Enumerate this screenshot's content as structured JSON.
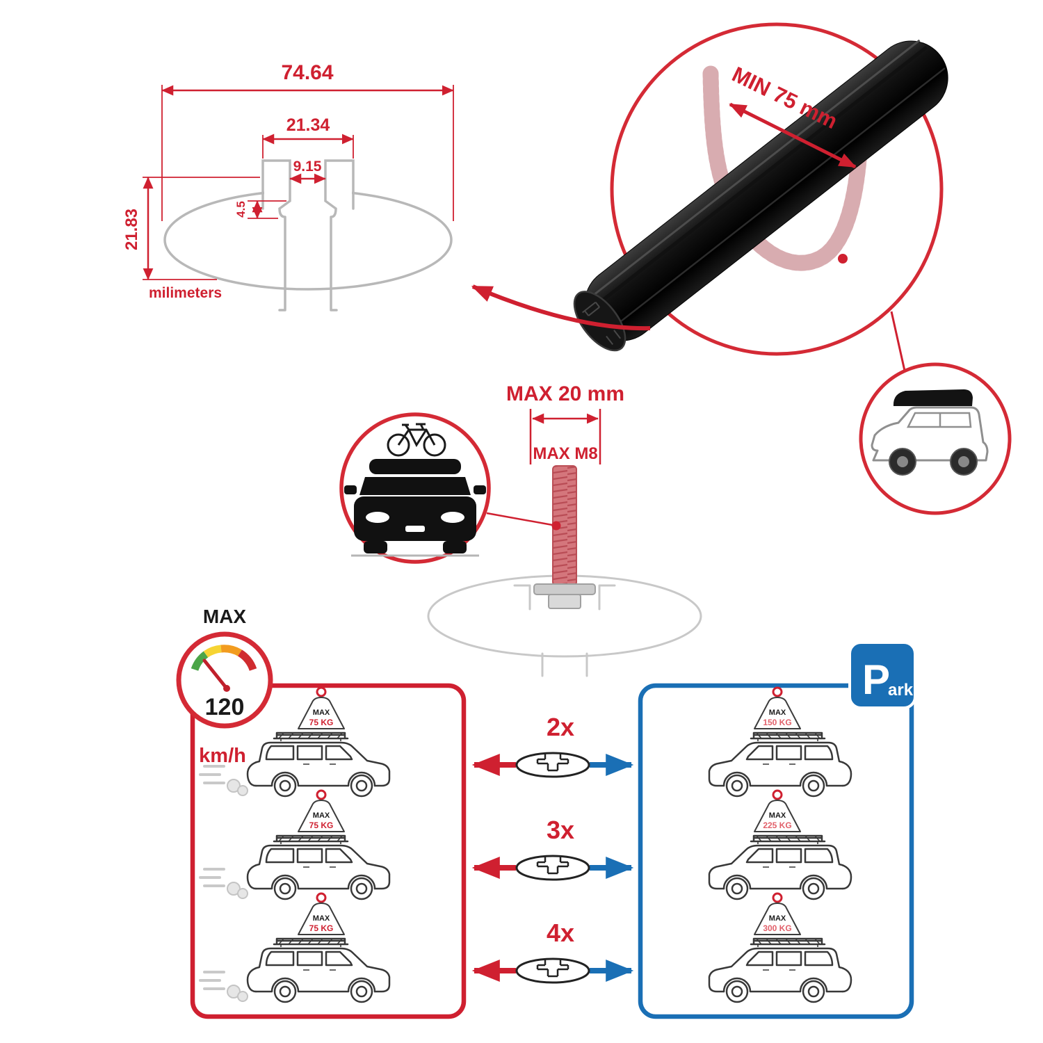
{
  "colors": {
    "red": "#cf2030",
    "blue": "#1a6fb5"
  },
  "tech_drawing": {
    "dim_total_width": "74.64",
    "dim_channel_width": "21.34",
    "dim_slot_width": "9.15",
    "dim_lip_height": "4.5",
    "dim_profile_height": "21.83",
    "unit_note": "milimeters"
  },
  "bar_detail": {
    "min_clamp_label": "MIN 75 mm"
  },
  "bolt_detail": {
    "max_length_label": "MAX 20 mm",
    "max_thread_label": "MAX M8"
  },
  "speedometer": {
    "title": "MAX",
    "value": "120",
    "unit": "km/h"
  },
  "parking_sign": {
    "letter": "P",
    "suffix": "ark"
  },
  "spacers": [
    {
      "count": "2x"
    },
    {
      "count": "3x"
    },
    {
      "count": "4x"
    }
  ],
  "drive_panel": {
    "cars": [
      {
        "badge_title": "MAX",
        "badge_weight": "75 KG"
      },
      {
        "badge_title": "MAX",
        "badge_weight": "75 KG"
      },
      {
        "badge_title": "MAX",
        "badge_weight": "75 KG"
      }
    ]
  },
  "park_panel": {
    "cars": [
      {
        "badge_title": "MAX",
        "badge_weight": "150 KG"
      },
      {
        "badge_title": "MAX",
        "badge_weight": "225 KG"
      },
      {
        "badge_title": "MAX",
        "badge_weight": "300 KG"
      }
    ]
  }
}
